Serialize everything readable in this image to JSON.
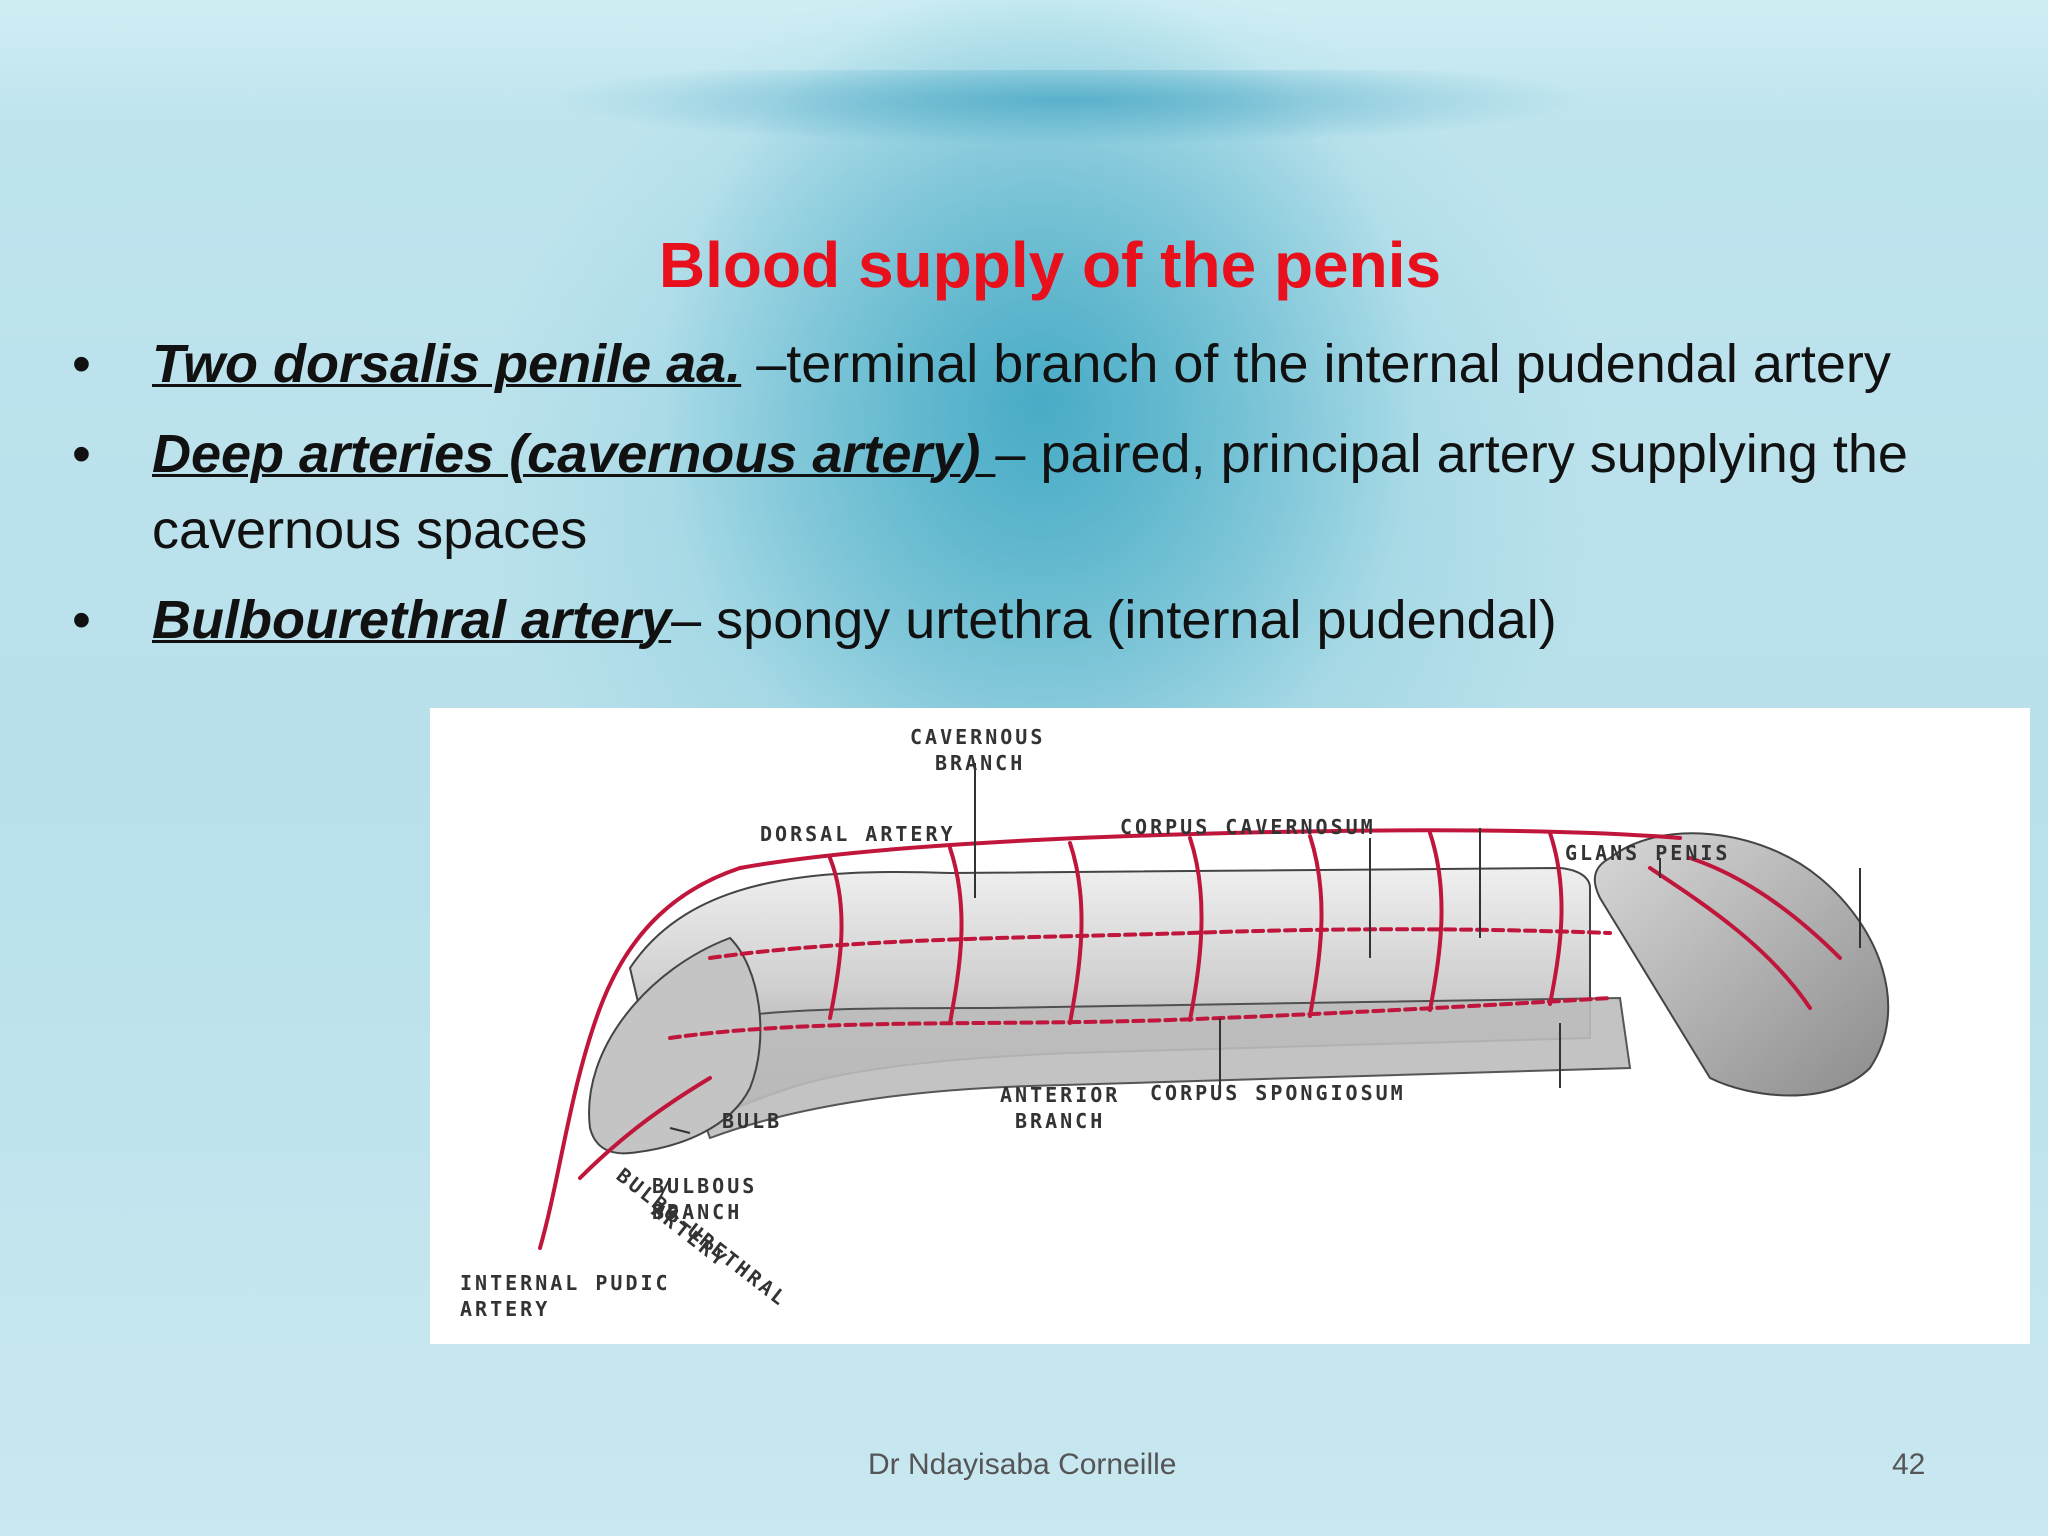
{
  "title": "Blood supply of the penis",
  "bullets": [
    {
      "term": "Two dorsalis penile aa.",
      "text": " –terminal branch of the internal pudendal artery"
    },
    {
      "term": "Deep arteries (cavernous artery) ",
      "text": "– paired, principal artery supplying the cavernous spaces"
    },
    {
      "term": "Bulbourethral artery",
      "text": "– spongy urtethra (internal pudendal)"
    }
  ],
  "figure": {
    "labels": {
      "cavernous_branch_1": "CAVERNOUS",
      "cavernous_branch_2": "BRANCH",
      "dorsal_artery": "DORSAL ARTERY",
      "corpus_cavernosum": "CORPUS CAVERNOSUM",
      "glans_penis": "GLANS PENIS",
      "anterior_branch_1": "ANTERIOR",
      "anterior_branch_2": "BRANCH",
      "corpus_spongiosum": "CORPUS SPONGIOSUM",
      "bulb": "BULB",
      "bulbous_branch_1": "BULBOUS",
      "bulbous_branch_2": "BRANCH",
      "bulbo_urethral_1": "BULBO-URETHRAL",
      "bulbo_urethral_2": "ARTERY",
      "internal_pudic_1": "INTERNAL PUDIC",
      "internal_pudic_2": "ARTERY"
    },
    "colors": {
      "artery": "#c0163c",
      "tissue": "#9a9a9a"
    }
  },
  "footer": {
    "author": "Dr Ndayisaba Corneille",
    "page": "42"
  }
}
